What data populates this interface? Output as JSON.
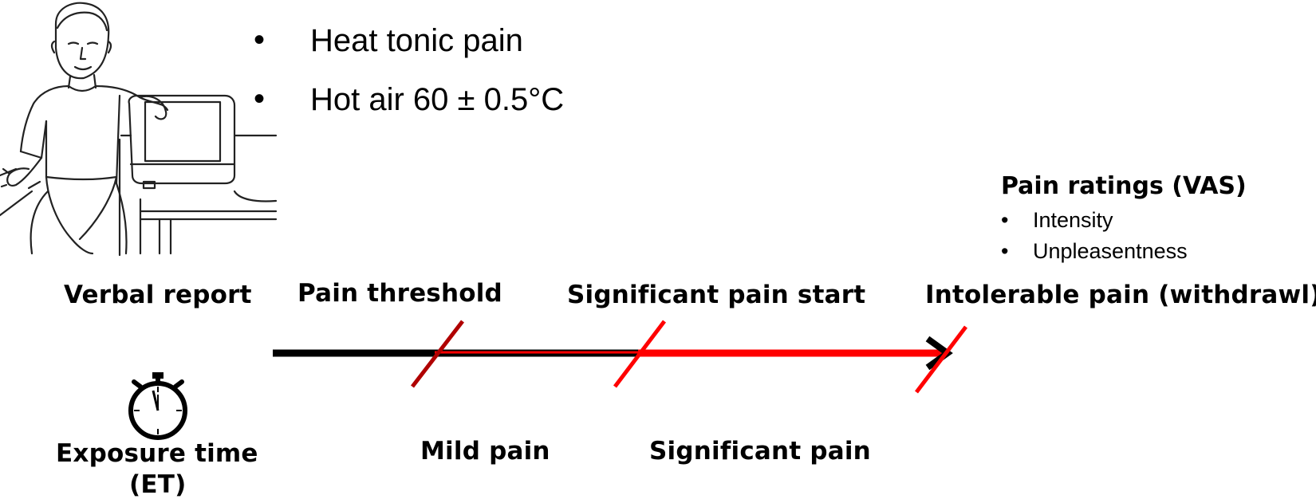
{
  "bullets": [
    {
      "text": "Heat tonic pain"
    },
    {
      "text": "Hot air 60 ± 0.5°C"
    }
  ],
  "pain_ratings": {
    "title": "Pain ratings (VAS)",
    "items": [
      "Intensity",
      "Unpleasentness"
    ]
  },
  "top_labels": {
    "verbal_report": "Verbal report",
    "pain_threshold": "Pain threshold",
    "significant_pain_start": "Significant pain start",
    "intolerable_pain": "Intolerable pain (withdrawl)"
  },
  "bottom_labels": {
    "exposure_time_line1": "Exposure time",
    "exposure_time_line2": "(ET)",
    "mild_pain": "Mild pain",
    "significant_pain": "Significant pain"
  },
  "bullet_glyph": "•",
  "colors": {
    "timeline_black": "#000000",
    "timeline_red": "#ff0000",
    "marker_dark_red": "#b00000"
  },
  "icons": [
    "person-at-heat-box-illustration",
    "stopwatch-icon"
  ]
}
